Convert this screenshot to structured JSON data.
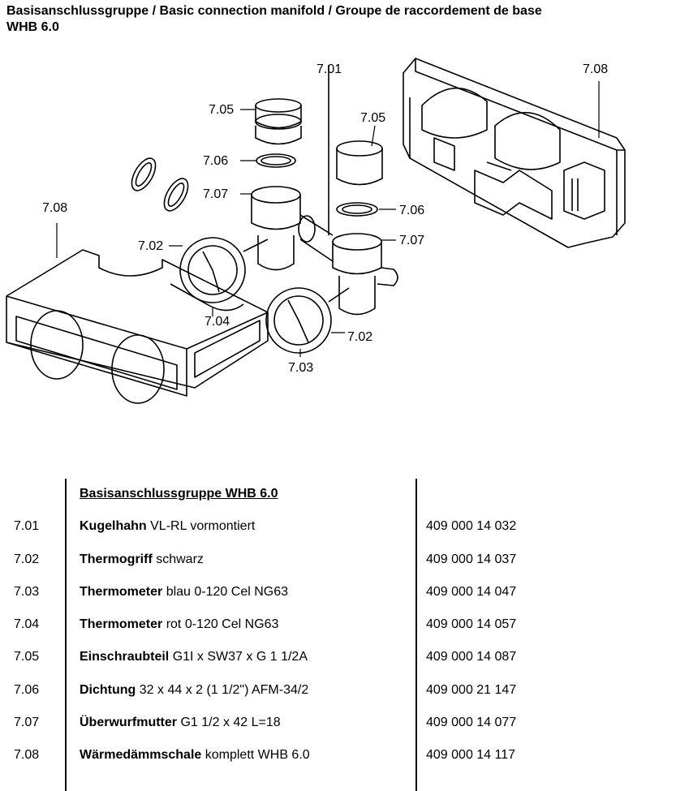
{
  "title": {
    "line1": "Basisanschlussgruppe / Basic connection manifold / Groupe de raccordement de base",
    "line2": "WHB 6.0"
  },
  "callouts": {
    "c701": "7.01",
    "c708_right": "7.08",
    "c705_top": "7.05",
    "c705_right": "7.05",
    "c706_left": "7.06",
    "c706_right": "7.06",
    "c707_left": "7.07",
    "c707_right": "7.07",
    "c708_left": "7.08",
    "c702_left": "7.02",
    "c702_right": "7.02",
    "c704": "7.04",
    "c703": "7.03"
  },
  "parts_table": {
    "heading": "Basisanschlussgruppe WHB 6.0",
    "rows": [
      {
        "pos": "7.01",
        "name": "Kugelhahn",
        "spec": " VL-RL vormontiert",
        "article": "409 000 14 032"
      },
      {
        "pos": "7.02",
        "name": "Thermogriff",
        "spec": " schwarz",
        "article": "409 000 14 037"
      },
      {
        "pos": "7.03",
        "name": "Thermometer",
        "spec": " blau 0-120 Cel NG63",
        "article": "409 000 14 047"
      },
      {
        "pos": "7.04",
        "name": "Thermometer",
        "spec": " rot 0-120 Cel NG63",
        "article": "409 000 14 057"
      },
      {
        "pos": "7.05",
        "name": "Einschraubteil",
        "spec": " G1I x SW37 x G 1 1/2A",
        "article": "409 000 14 087"
      },
      {
        "pos": "7.06",
        "name": "Dichtung",
        "spec": " 32 x 44 x 2 (1 1/2\") AFM-34/2",
        "article": "409 000 21 147"
      },
      {
        "pos": "7.07",
        "name": "Überwurfmutter",
        "spec": " G1 1/2 x 42 L=18",
        "article": "409 000 14 077"
      },
      {
        "pos": "7.08",
        "name": "Wärmedämmschale",
        "spec": " komplett WHB 6.0",
        "article": "409 000 14 117"
      }
    ]
  }
}
